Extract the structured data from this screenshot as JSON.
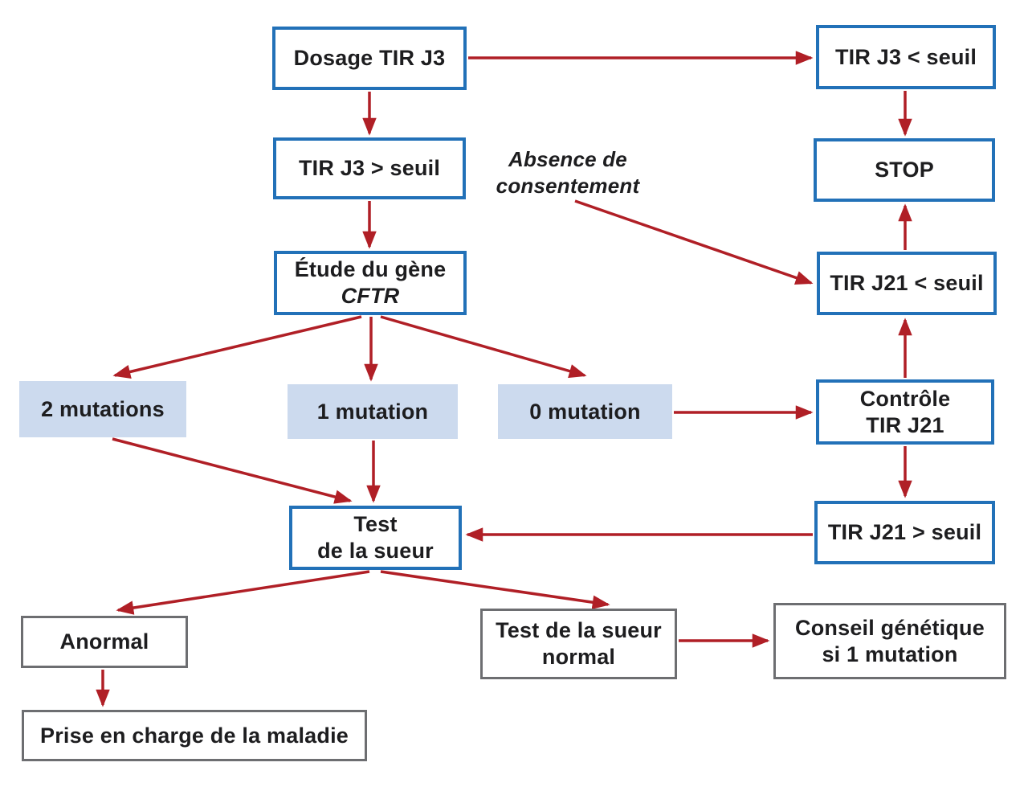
{
  "diagram": {
    "type": "flowchart",
    "language": "fr",
    "colors": {
      "box_border_blue": "#2271b8",
      "box_border_gray": "#6d6e71",
      "shaded_box_fill": "#ccdaee",
      "arrow_red": "#b01f26",
      "text": "#1d1d1f",
      "background": "#ffffff"
    },
    "nodes": {
      "dosage_tir_j3": {
        "label": "Dosage TIR J3"
      },
      "tir_j3_inf_seuil": {
        "label": "TIR J3 < seuil"
      },
      "tir_j3_sup_seuil": {
        "label": "TIR J3 > seuil"
      },
      "stop": {
        "label": "STOP"
      },
      "absence_consentement": {
        "line1": "Absence de",
        "line2": "consentement"
      },
      "etude_gene_cftr": {
        "line1": "Étude du gène",
        "line2": "CFTR"
      },
      "tir_j21_inf_seuil": {
        "label": "TIR J21 < seuil"
      },
      "mutations_2": {
        "label": "2 mutations"
      },
      "mutation_1": {
        "label": "1 mutation"
      },
      "mutation_0": {
        "label": "0 mutation"
      },
      "controle_tir_j21": {
        "line1": "Contrôle",
        "line2": "TIR J21"
      },
      "test_sueur": {
        "line1": "Test",
        "line2": "de la sueur"
      },
      "tir_j21_sup_seuil": {
        "label": "TIR J21 > seuil"
      },
      "anormal": {
        "label": "Anormal"
      },
      "test_sueur_normal": {
        "line1": "Test de la sueur",
        "line2": "normal"
      },
      "conseil_genetique": {
        "line1": "Conseil génétique",
        "line2": "si 1 mutation"
      },
      "prise_en_charge": {
        "label": "Prise en charge de la maladie"
      }
    },
    "edges": [
      {
        "from": "dosage_tir_j3",
        "to": "tir_j3_inf_seuil"
      },
      {
        "from": "dosage_tir_j3",
        "to": "tir_j3_sup_seuil"
      },
      {
        "from": "tir_j3_inf_seuil",
        "to": "stop"
      },
      {
        "from": "tir_j3_sup_seuil",
        "to": "etude_gene_cftr"
      },
      {
        "from": "tir_j21_inf_seuil",
        "to": "stop"
      },
      {
        "from": "absence_consentement",
        "to": "tir_j21_inf_seuil"
      },
      {
        "from": "etude_gene_cftr",
        "to": "mutations_2"
      },
      {
        "from": "etude_gene_cftr",
        "to": "mutation_1"
      },
      {
        "from": "etude_gene_cftr",
        "to": "mutation_0"
      },
      {
        "from": "mutation_0",
        "to": "controle_tir_j21"
      },
      {
        "from": "controle_tir_j21",
        "to": "tir_j21_inf_seuil"
      },
      {
        "from": "controle_tir_j21",
        "to": "tir_j21_sup_seuil"
      },
      {
        "from": "mutations_2",
        "to": "test_sueur"
      },
      {
        "from": "mutation_1",
        "to": "test_sueur"
      },
      {
        "from": "tir_j21_sup_seuil",
        "to": "test_sueur"
      },
      {
        "from": "test_sueur",
        "to": "anormal"
      },
      {
        "from": "test_sueur",
        "to": "test_sueur_normal"
      },
      {
        "from": "anormal",
        "to": "prise_en_charge"
      },
      {
        "from": "test_sueur_normal",
        "to": "conseil_genetique"
      }
    ]
  }
}
